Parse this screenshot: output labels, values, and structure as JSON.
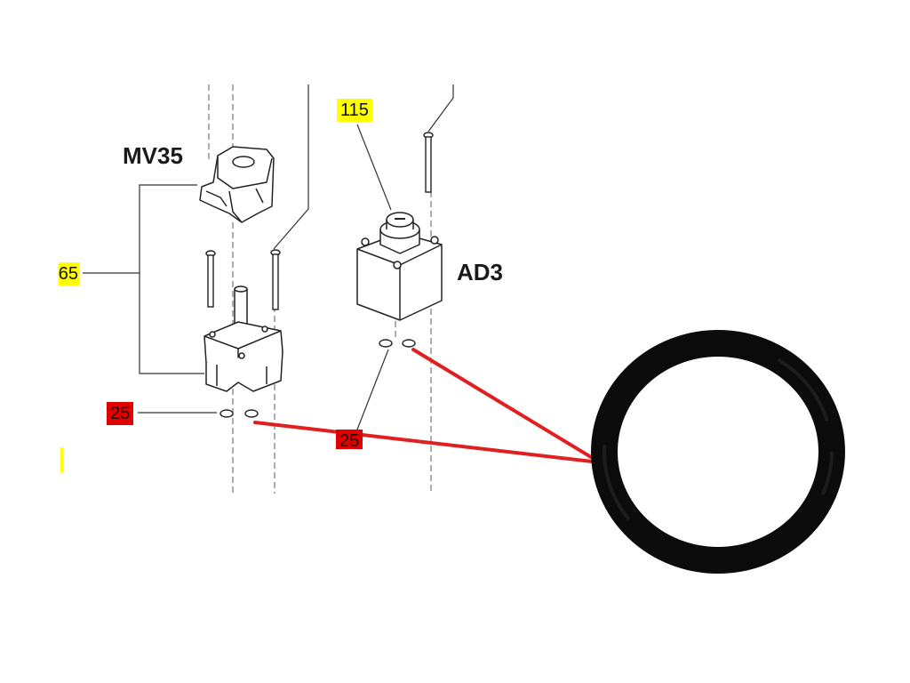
{
  "labels": {
    "valve_name": "MV35",
    "valve_code": "AD3"
  },
  "callouts": {
    "top_number": "115",
    "left_number": "65",
    "seal_number_left": "25",
    "seal_number_right": "25"
  },
  "colors": {
    "callout_yellow": "#ffff00",
    "callout_red": "#e00000",
    "pointer_red": "#e02020",
    "oring": "#0b0b0b"
  }
}
